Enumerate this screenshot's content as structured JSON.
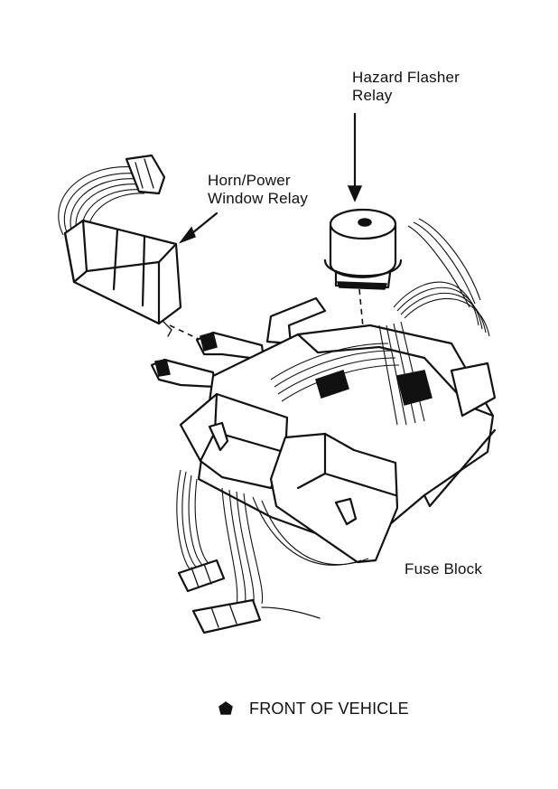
{
  "labels": {
    "hazard_flasher_relay_line1": "Hazard Flasher",
    "hazard_flasher_relay_line2": "Relay",
    "horn_power_window_relay_line1": "Horn/Power",
    "horn_power_window_relay_line2": "Window Relay",
    "fuse_block": "Fuse Block",
    "front_of_vehicle": "FRONT OF VEHICLE"
  },
  "icons": {
    "front_marker": "pentagon-bullet"
  }
}
